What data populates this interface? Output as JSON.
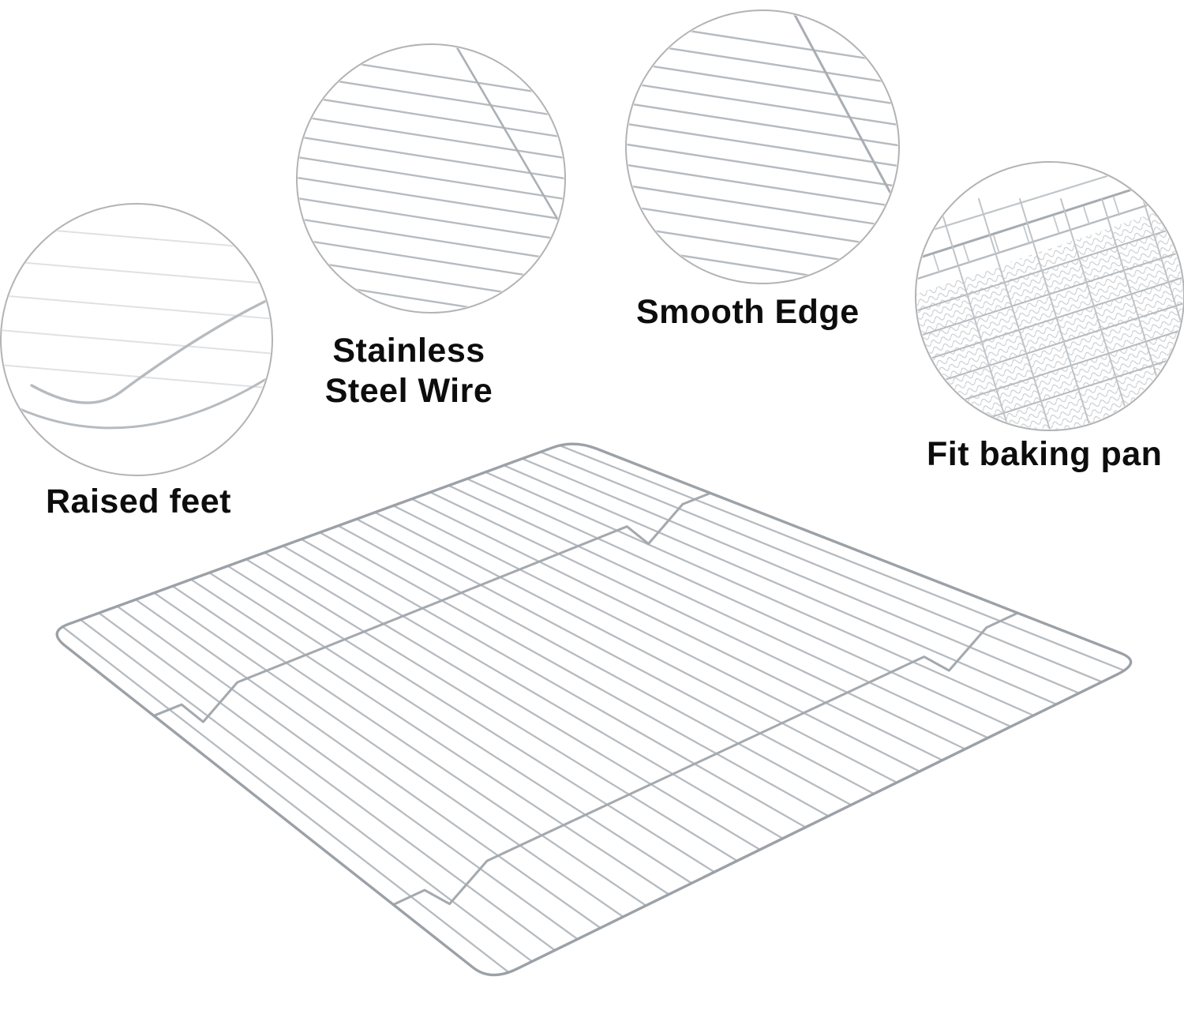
{
  "colors": {
    "background": "#ffffff",
    "wire": "#b6bbc0",
    "wire_light": "#dfe1e3",
    "wire_dark": "#9ba1a7",
    "circle_border": "#b3b3b3",
    "text": "#0d0d0d"
  },
  "callouts": {
    "raised_feet": {
      "label": "Raised feet",
      "icon": "raised-foot-wire-closeup"
    },
    "stainless_wire": {
      "label_line1": "Stainless",
      "label_line2": "Steel Wire",
      "icon": "wire-grid-closeup"
    },
    "smooth_edge": {
      "label": "Smooth Edge",
      "icon": "wire-edge-closeup"
    },
    "fit_baking_pan": {
      "label": "Fit baking pan",
      "icon": "rack-in-pan-closeup"
    }
  },
  "main_image": {
    "name": "stainless-steel-cooling-rack"
  }
}
